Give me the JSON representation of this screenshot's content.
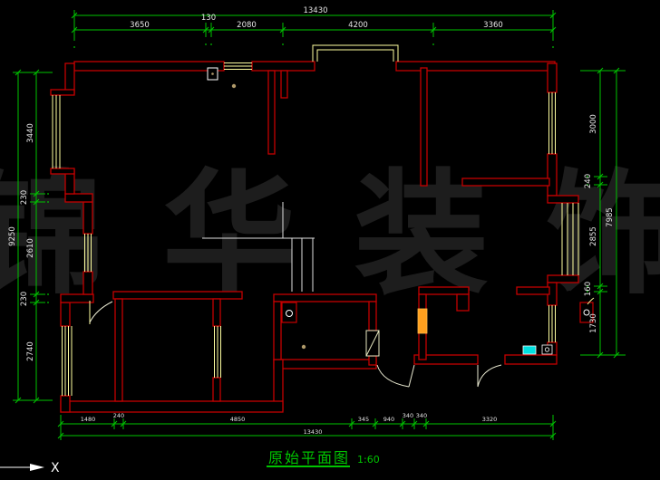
{
  "watermark": {
    "text": "锦 华 装 饰"
  },
  "caption": {
    "title": "原始平面图",
    "scale": "1:60"
  },
  "axis": {
    "label": "X"
  },
  "colors": {
    "wall": "#c40000",
    "dimension": "#00c400",
    "window": "#ffffa0",
    "stair": "#e0e0e0",
    "accent_orange": "#ffa01e",
    "accent_cyan": "#00e0e0",
    "dim_text": "#e6e6e6",
    "watermark": "#1d1d1d"
  },
  "dimensions": {
    "top": {
      "total": "13430",
      "segments": [
        "3650",
        "130",
        "2080",
        "4200",
        "3360"
      ]
    },
    "left": {
      "total": "9250",
      "segments": [
        "3440",
        "230",
        "2610",
        "230",
        "2740"
      ]
    },
    "right": {
      "total": "7985",
      "segments": [
        "3000",
        "240",
        "2855",
        "160",
        "1730"
      ]
    },
    "bottom": {
      "total": "13430",
      "segments": [
        "1480",
        "240",
        "4850",
        "345",
        "940",
        "340",
        "340",
        "3320"
      ]
    }
  }
}
